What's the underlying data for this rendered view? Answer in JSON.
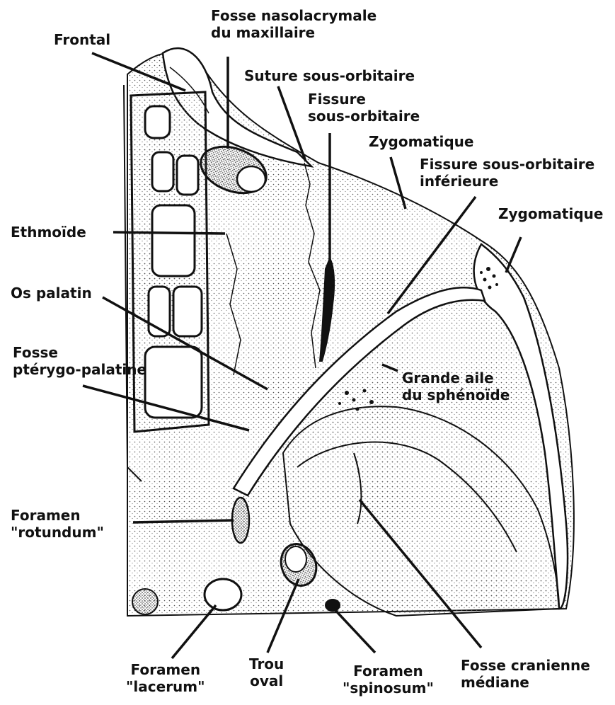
{
  "labels": {
    "frontal": "Frontal",
    "fosse_naso_1": "Fosse nasolacrymale",
    "fosse_naso_2": "du maxillaire",
    "suture": "Suture sous-orbitaire",
    "fissure_1": "Fissure",
    "fissure_2": "sous-orbitaire",
    "zygo_1": "Zygomatique",
    "fissure_inf_1": "Fissure sous-orbitaire",
    "fissure_inf_2": "inférieure",
    "zygo_2": "Zygomatique",
    "ethmoide": "Ethmoïde",
    "palatin": "Os palatin",
    "pterygo_1": "Fosse",
    "pterygo_2": "ptérygo-palatine",
    "grande_aile_1": "Grande aile",
    "grande_aile_2": "du sphénoïde",
    "rotundum_1": "Foramen",
    "rotundum_2": "\"rotundum\"",
    "lacerum_1": "Foramen",
    "lacerum_2": "\"lacerum\"",
    "oval_1": "Trou",
    "oval_2": "oval",
    "spinosum_1": "Foramen",
    "spinosum_2": "\"spinosum\"",
    "fosse_cran_1": "Fosse cranienne",
    "fosse_cran_2": "médiane"
  }
}
